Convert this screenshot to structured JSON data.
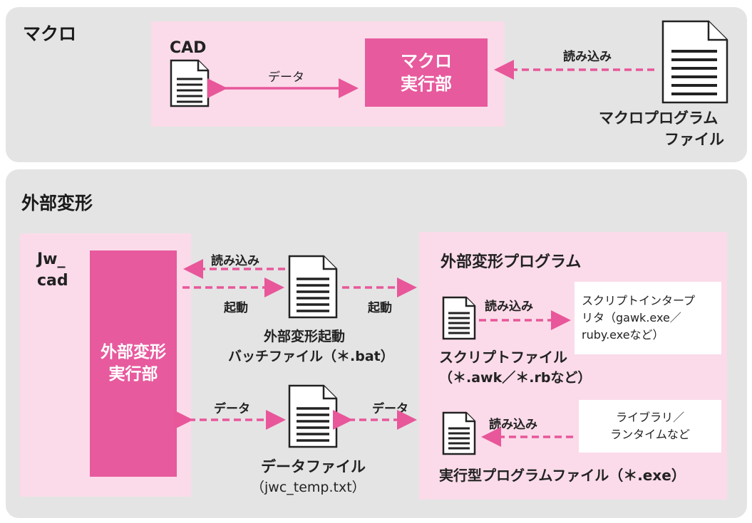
{
  "macro_panel": {
    "title": "マクロ",
    "cad_label": "CAD",
    "data_label": "データ",
    "executor_line1": "マクロ",
    "executor_line2": "実行部",
    "read_label": "読み込み",
    "program_line1": "マクロプログラム",
    "program_line2": "ファイル"
  },
  "external_panel": {
    "title": "外部変形",
    "jw_line1": "Jw_",
    "jw_line2": "cad",
    "executor_line1": "外部変形",
    "executor_line2": "実行部",
    "read_label": "読み込み",
    "launch_label_left": "起動",
    "launch_label_right": "起動",
    "batch_line1": "外部変形起動",
    "batch_line2": "バッチファイル（＊.bat）",
    "data_label_left": "データ",
    "data_label_right": "データ",
    "datafile_line1": "データファイル",
    "datafile_line2": "（jwc_temp.txt）",
    "program_box_title": "外部変形プログラム",
    "script_read_label": "読み込み",
    "script_line1": "スクリプトファイル",
    "script_line2": "（＊.awk／＊.rbなど）",
    "interpreter_line1": "スクリプトインタープ",
    "interpreter_line2": "リタ（gawk.exe／",
    "interpreter_line3": "ruby.exeなど）",
    "exe_read_label": "読み込み",
    "library_line1": "ライブラリ／",
    "library_line2": "ランタイムなど",
    "exe_label": "実行型プログラムファイル（＊.exe）"
  },
  "colors": {
    "panel_bg": "#e4e4e4",
    "pink_box": "#fbdbe9",
    "executor": "#e75a9d",
    "arrow": "#e8579a"
  }
}
